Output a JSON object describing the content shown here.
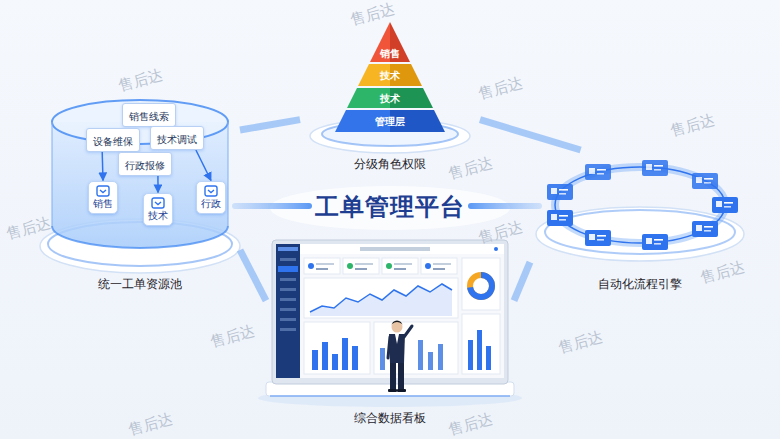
{
  "diagram": {
    "title": "工单管理平台",
    "nodes": [
      {
        "text": [
          "分级角色权限"
        ]
      },
      {
        "text": [
          "销售"
        ],
        "in": 0
      },
      {
        "text": [
          "技术"
        ],
        "in": 0
      },
      {
        "text": [
          "技术"
        ],
        "in": 0
      },
      {
        "text": [
          "管理层"
        ],
        "in": 0
      },
      {
        "text": [
          "统一工单资源池"
        ]
      },
      {
        "text": [
          "销售线索"
        ],
        "in": 5
      },
      {
        "text": [
          "设备维保"
        ],
        "in": 5
      },
      {
        "text": [
          "技术调试"
        ],
        "in": 5
      },
      {
        "text": [
          "行政报修"
        ],
        "in": 5
      },
      {
        "text": [
          "销售"
        ],
        "in": 5
      },
      {
        "text": [
          "技术"
        ],
        "in": 5
      },
      {
        "text": [
          "行政"
        ],
        "in": 5
      },
      {
        "text": [
          "自动化流程引擎"
        ]
      },
      {
        "text": [
          "综合数据看板"
        ]
      }
    ],
    "edges": [
      {
        "from": 5,
        "to": 0,
        "arrow": "none"
      },
      {
        "from": 0,
        "to": 13,
        "arrow": "none"
      },
      {
        "from": 13,
        "to": 14,
        "arrow": "none"
      },
      {
        "from": 14,
        "to": 5,
        "arrow": "none"
      },
      {
        "from": 7,
        "to": 10,
        "arrow": "to"
      },
      {
        "from": 9,
        "to": 11,
        "arrow": "to"
      },
      {
        "from": 8,
        "to": 12,
        "arrow": "to"
      }
    ],
    "labels": [
      "售后达",
      "售后达",
      "售后达",
      "售后达",
      "售后达",
      "售后达",
      "售后达",
      "售后达",
      "售后达",
      "售后达",
      "售后达",
      "售后达"
    ]
  }
}
